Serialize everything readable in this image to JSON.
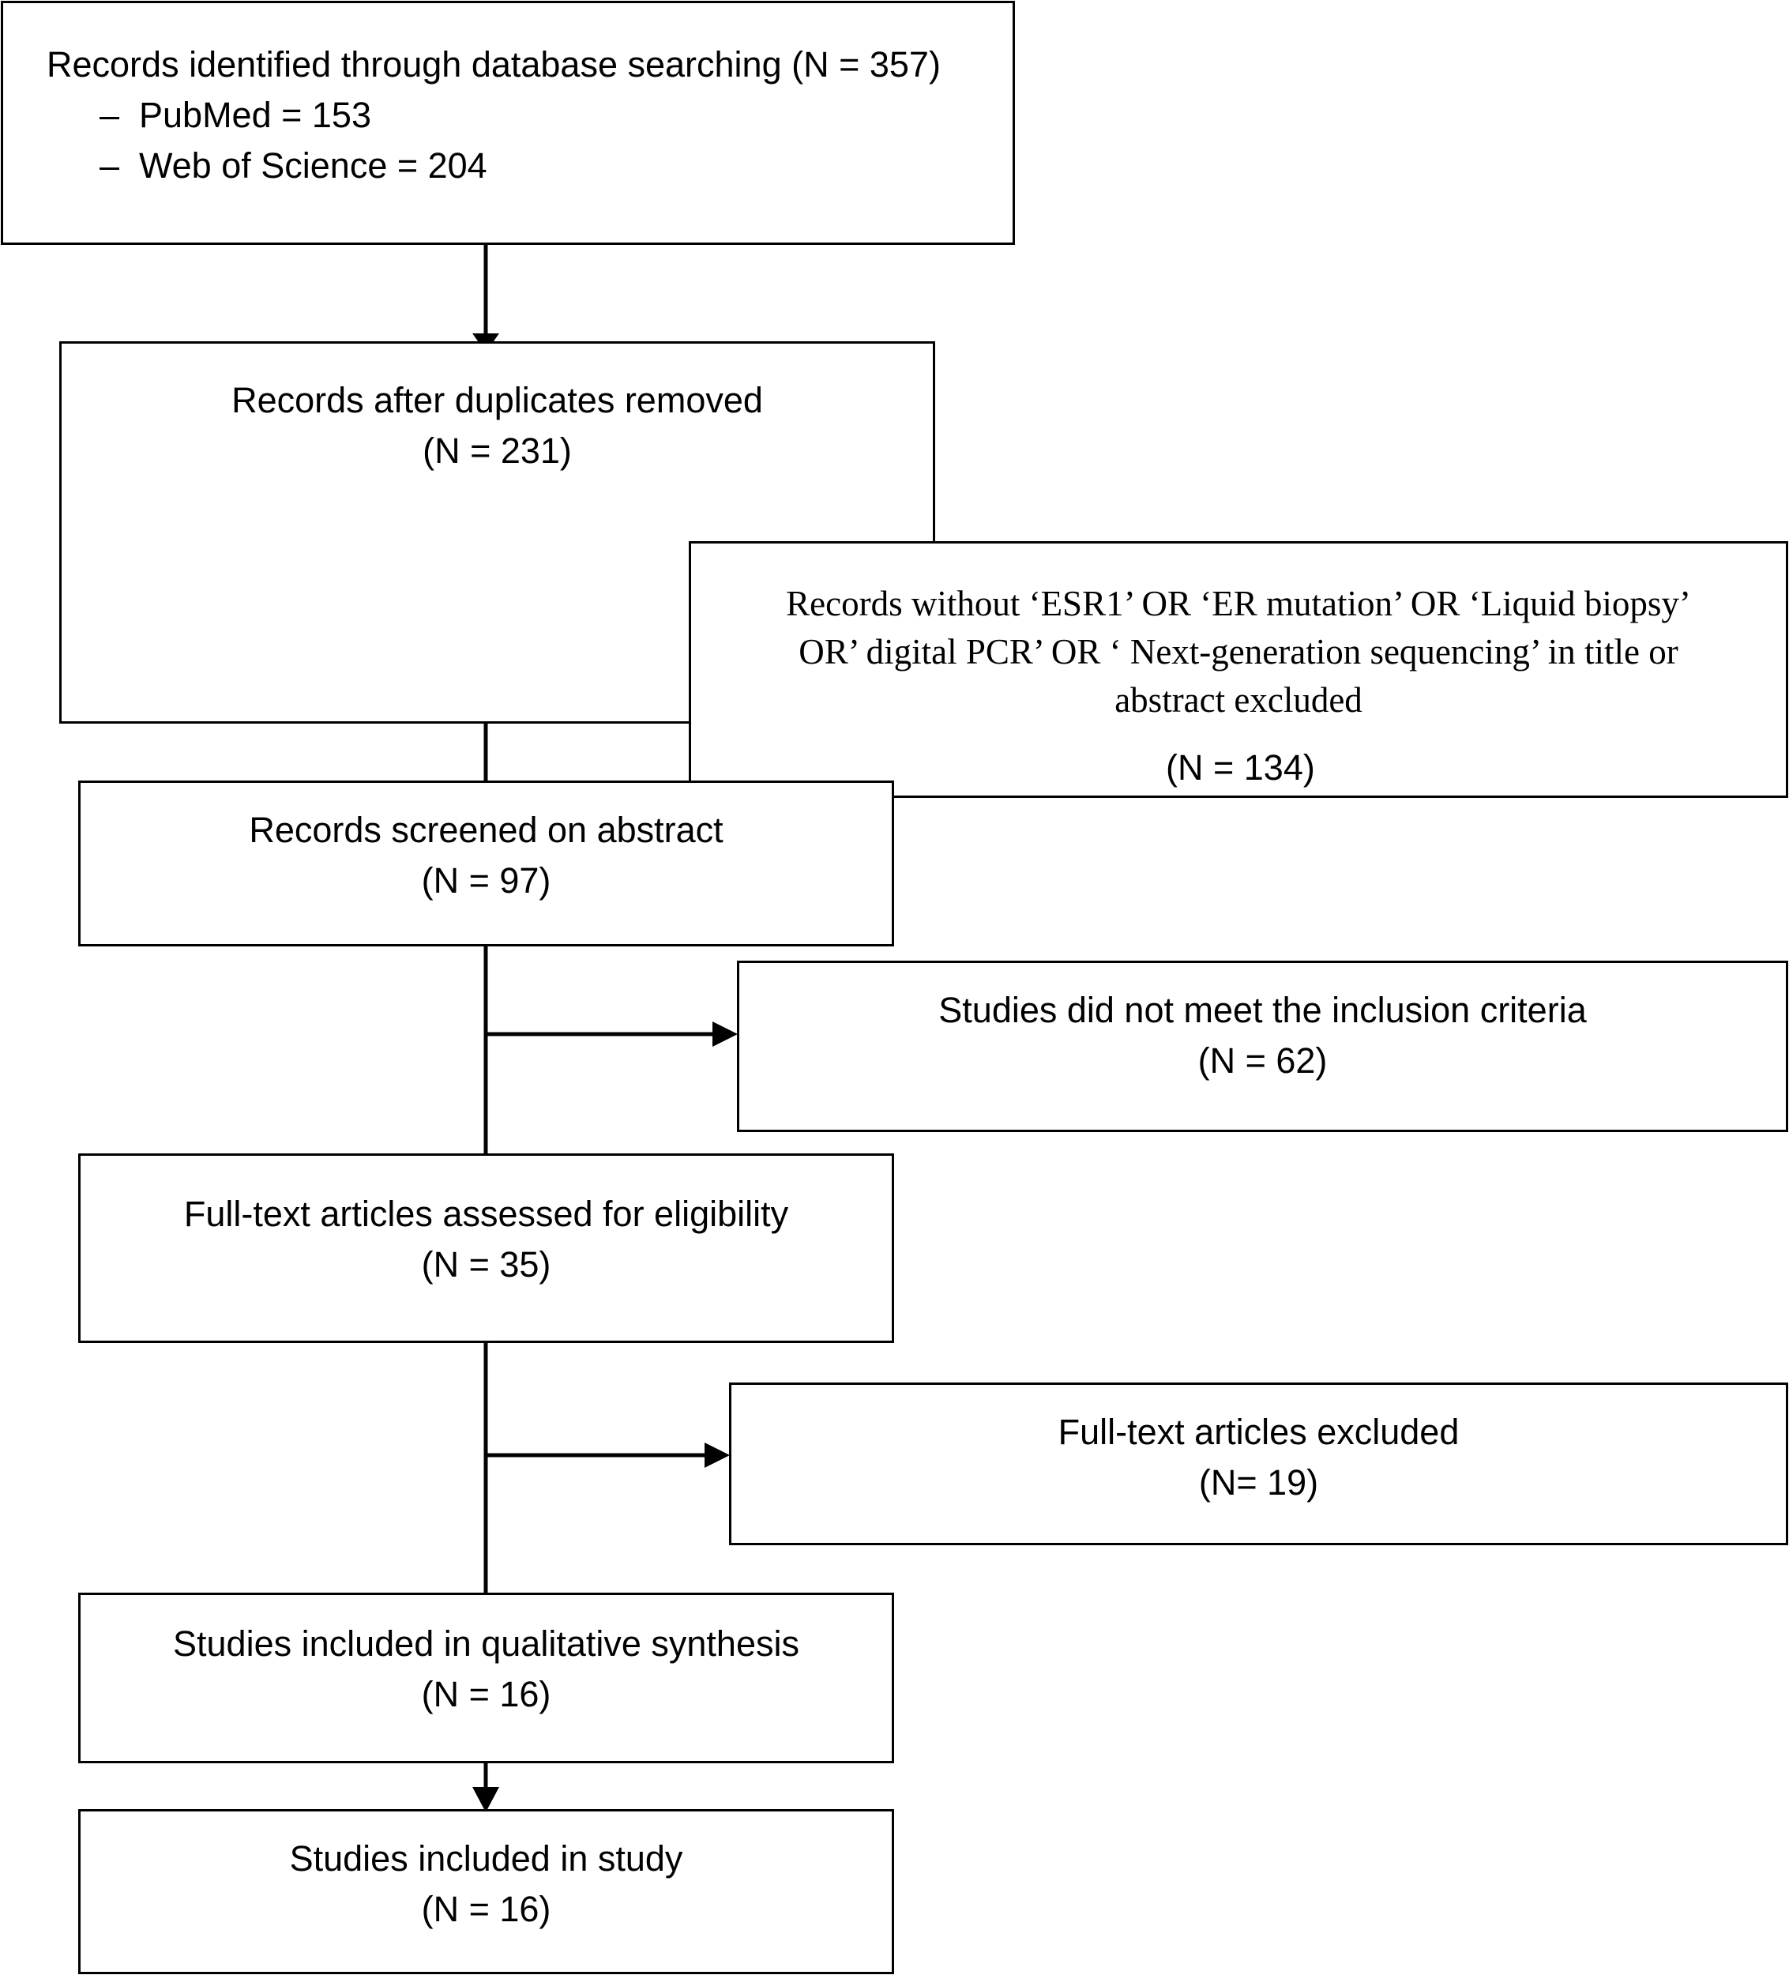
{
  "boxes": {
    "identified": {
      "title": "Records identified through database searching (N = 357)",
      "sources": [
        {
          "dash": "–",
          "label": "PubMed = 153"
        },
        {
          "dash": "–",
          "label": "Web of Science = 204"
        }
      ]
    },
    "dedup": {
      "title": "Records after duplicates removed",
      "count": "(N = 231)"
    },
    "excluded_title": {
      "lines": [
        "Records without ‘ESR1’ OR ‘ER mutation’ OR ‘Liquid biopsy’",
        "OR’ digital PCR’ OR ‘ Next-generation sequencing’ in title or",
        "abstract excluded"
      ],
      "count": "(N = 134)"
    },
    "screened": {
      "title": "Records screened on abstract",
      "count": "(N = 97)"
    },
    "not_meet": {
      "title": "Studies did not meet the inclusion criteria",
      "count": "(N = 62)"
    },
    "fulltext": {
      "title": "Full-text articles assessed for eligibility",
      "count": "(N = 35)"
    },
    "ft_excluded": {
      "title": "Full-text articles excluded",
      "count": "(N= 19)"
    },
    "qualitative": {
      "title": "Studies included in qualitative synthesis",
      "count": "(N = 16)"
    },
    "included": {
      "title": "Studies included in study",
      "count": "(N = 16)"
    }
  }
}
